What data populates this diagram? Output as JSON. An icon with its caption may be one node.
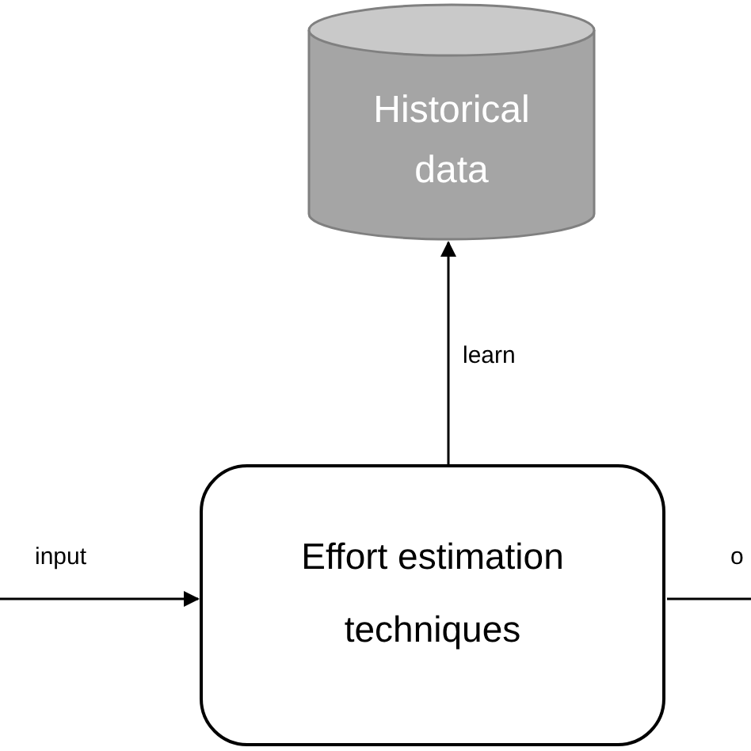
{
  "diagram": {
    "nodes": [
      {
        "text": [
          "Historical data"
        ]
      },
      {
        "text": [
          "Effort estimation techniques"
        ]
      }
    ],
    "edges": [
      {
        "from": 1,
        "to": 0,
        "arrow": "to",
        "label": "learn"
      },
      {
        "from": null,
        "to": 1,
        "arrow": "to",
        "label": "input"
      },
      {
        "from": 1,
        "to": null,
        "arrow": "none",
        "label": "o"
      }
    ]
  }
}
